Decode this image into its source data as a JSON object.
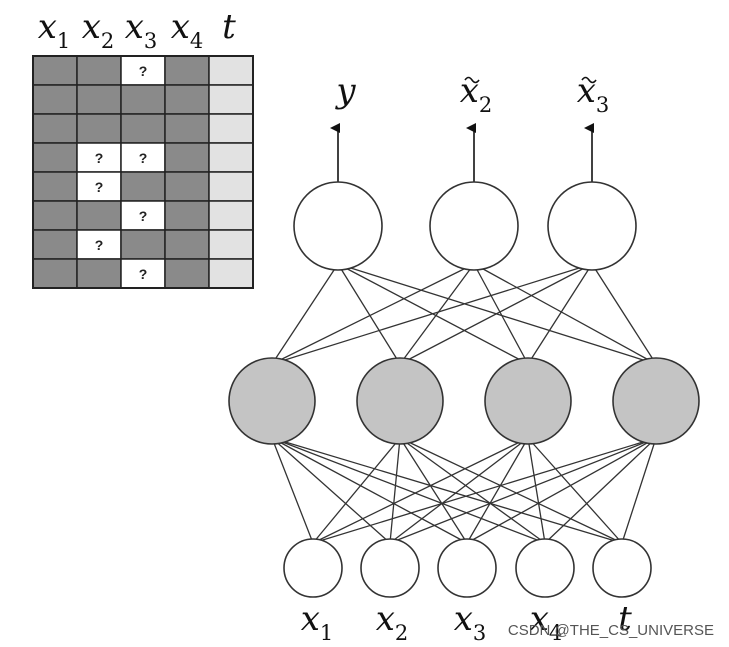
{
  "table": {
    "headers": [
      {
        "var": "x",
        "sub": "1"
      },
      {
        "var": "x",
        "sub": "2"
      },
      {
        "var": "x",
        "sub": "3"
      },
      {
        "var": "x",
        "sub": "4"
      },
      {
        "var": "t",
        "sub": ""
      }
    ],
    "rows": [
      [
        "",
        "",
        "?",
        "",
        ""
      ],
      [
        "",
        "",
        "",
        "",
        ""
      ],
      [
        "",
        "",
        "",
        "",
        ""
      ],
      [
        "",
        "?",
        "?",
        "",
        ""
      ],
      [
        "",
        "?",
        "",
        "",
        ""
      ],
      [
        "",
        "",
        "?",
        "",
        ""
      ],
      [
        "",
        "?",
        "",
        "",
        ""
      ],
      [
        "",
        "",
        "?",
        "",
        ""
      ]
    ],
    "colors": {
      "observed": "#8a8a8a",
      "missing": "#ffffff",
      "target": "#e2e2e2",
      "border": "#222222"
    }
  },
  "network": {
    "outputs": [
      {
        "var": "y",
        "sub": "",
        "tilde": false
      },
      {
        "var": "x",
        "sub": "2",
        "tilde": true
      },
      {
        "var": "x",
        "sub": "3",
        "tilde": true
      }
    ],
    "hidden_count": 4,
    "inputs": [
      {
        "var": "x",
        "sub": "1"
      },
      {
        "var": "x",
        "sub": "2"
      },
      {
        "var": "x",
        "sub": "3"
      },
      {
        "var": "x",
        "sub": "4"
      },
      {
        "var": "t",
        "sub": ""
      }
    ],
    "colors": {
      "hidden_fill": "#c4c4c4",
      "node_fill": "#ffffff",
      "stroke": "#333333"
    }
  },
  "watermark": "CSDN @THE_CS_UNIVERSE"
}
